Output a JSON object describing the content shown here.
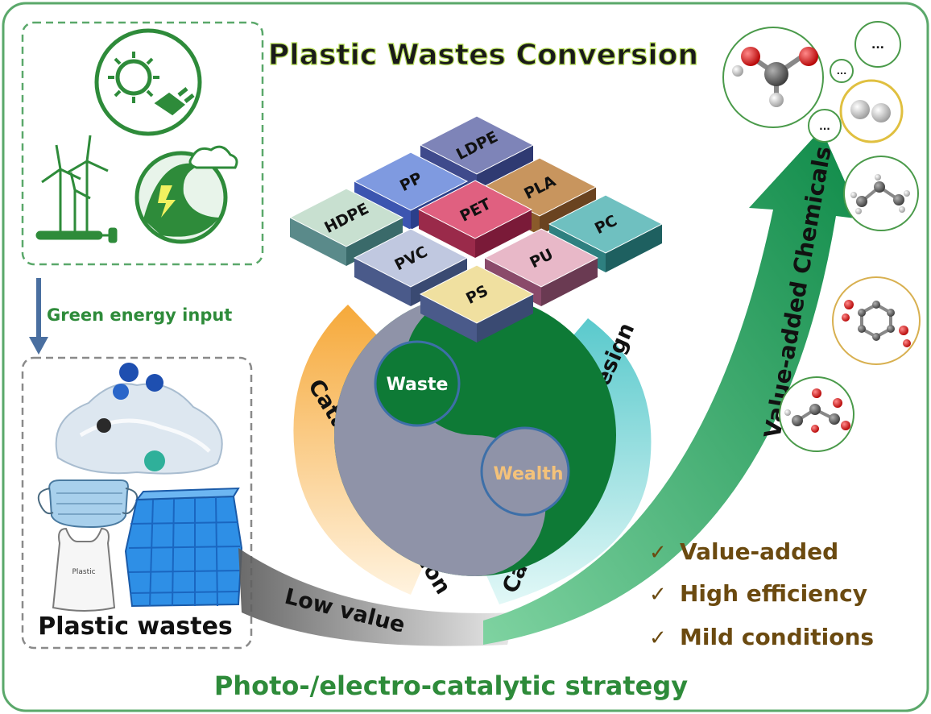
{
  "title": "Plastic Wastes Conversion",
  "footer": "Photo-/electro-catalytic strategy",
  "green_energy": {
    "label": "Green energy input"
  },
  "plastic_wastes": {
    "label": "Plastic wastes",
    "bag_text": "Plastic"
  },
  "polymers": [
    "LDPE",
    "PP",
    "PLA",
    "HDPE",
    "PET",
    "PC",
    "PVC",
    "PU",
    "PS"
  ],
  "yin_yang": {
    "waste": "Waste",
    "wealth": "Wealth"
  },
  "arcs": {
    "left": "Catalysts regulation",
    "right": "Catalytic system design",
    "low": "Low value",
    "up": "Value-added Chemicals"
  },
  "ellipses": [
    "...",
    "...",
    "..."
  ],
  "checklist": [
    "Value-added",
    "High efficiency",
    "Mild conditions"
  ],
  "colors": {
    "green": "#2e8b3a",
    "dark_green": "#0e7a36",
    "title": "#1a1a1a",
    "olive_text": "#6b4a10",
    "gray_disc": "#8f93a8"
  }
}
